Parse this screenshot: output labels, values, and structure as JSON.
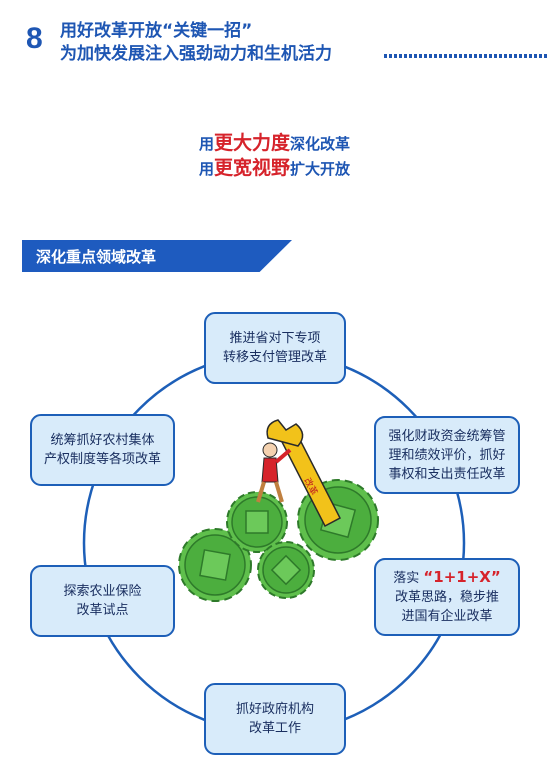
{
  "header": {
    "number": "8",
    "title_line1": "用好改革开放“关键一招”",
    "title_line2": "为加快发展注入强劲动力和生机活力"
  },
  "slogan": {
    "line1_prefix": "用",
    "line1_highlight": "更大力度",
    "line1_suffix": "深化改革",
    "line2_prefix": "用",
    "line2_highlight": "更宽视野",
    "line2_suffix": "扩大开放"
  },
  "section": {
    "title": "深化重点领域改革"
  },
  "illustration": {
    "wrench_label": "改革"
  },
  "items": {
    "top": [
      "推进省对下专项",
      "转移支付管理改革"
    ],
    "right1": [
      "强化财政资金统筹管",
      "理和绩效评价，抓好",
      "事权和支出责任改革"
    ],
    "left1": [
      "统筹抓好农村集体",
      "产权制度等各项改革"
    ],
    "left2": [
      "探索农业保险",
      "改革试点"
    ],
    "right2_prefix": "落实",
    "right2_highlight": "“1+1+X”",
    "right2_lines": [
      "改革思路，稳步推",
      "进国有企业改革"
    ],
    "bottom": [
      "抓好政府机构",
      "改革工作"
    ]
  },
  "colors": {
    "primary_blue": "#1e56b3",
    "accent_red": "#d6232b",
    "box_fill": "#d8ebfa",
    "gear_green": "#4cae3e"
  }
}
